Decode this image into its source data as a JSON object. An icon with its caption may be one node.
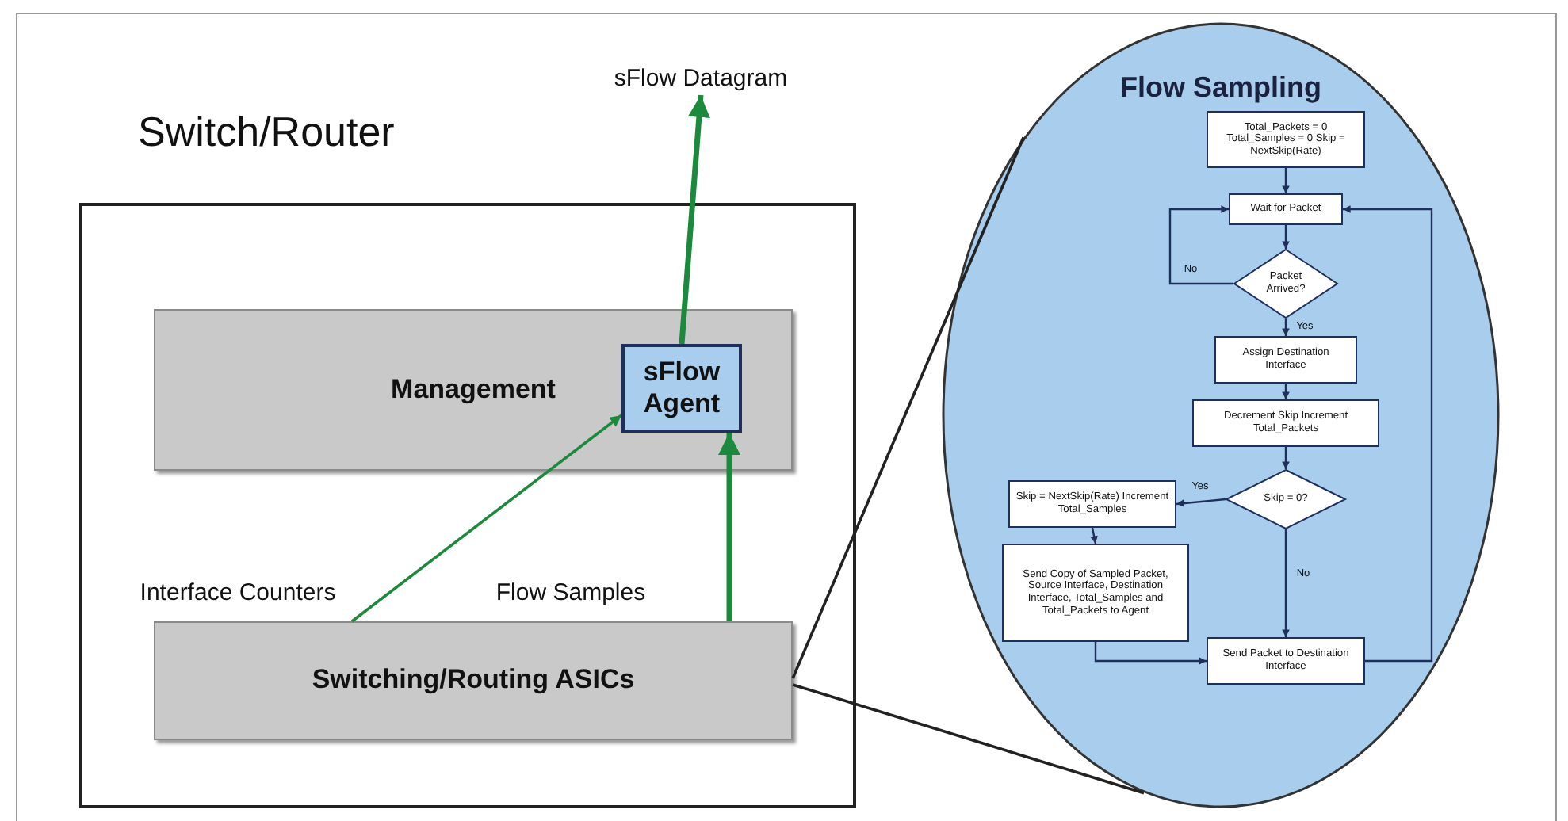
{
  "diagram": {
    "nodes": [
      {
        "text": [
          "Switch/Router"
        ]
      },
      {
        "text": [
          "Management"
        ],
        "in": 0
      },
      {
        "text": [
          "sFlow Agent"
        ],
        "in": 1
      },
      {
        "text": [
          "Switching/Routing ASICs"
        ],
        "in": 0
      },
      {
        "text": [
          "sFlow Datagram"
        ]
      },
      {
        "text": [
          "Flow Sampling"
        ]
      },
      {
        "text": [
          "Total_Packets = 0 Total_Samples = 0 Skip = NextSkip(Rate)"
        ],
        "in": 5
      },
      {
        "text": [
          "Wait for Packet"
        ],
        "in": 5
      },
      {
        "text": [
          "Packet Arrived?"
        ],
        "in": 5
      },
      {
        "text": [
          "Assign Destination Interface"
        ],
        "in": 5
      },
      {
        "text": [
          "Decrement Skip Increment Total_Packets"
        ],
        "in": 5
      },
      {
        "text": [
          "Skip = 0?"
        ],
        "in": 5
      },
      {
        "text": [
          "Skip = NextSkip(Rate) Increment Total_Samples"
        ],
        "in": 5
      },
      {
        "text": [
          "Send Copy of Sampled Packet, Source Interface, Destination Interface, Total_Samples and Total_Packets to Agent"
        ],
        "in": 5
      },
      {
        "text": [
          "Send Packet to Destination Interface"
        ],
        "in": 5
      }
    ],
    "edges": [
      {
        "from": 2,
        "to": 4,
        "arrow": "to",
        "style": "thick",
        "color": "#1c8a3c"
      },
      {
        "from": 3,
        "to": 2,
        "arrow": "to",
        "label": "Interface Counters",
        "color": "#1c8a3c"
      },
      {
        "from": 3,
        "to": 2,
        "arrow": "to",
        "label": "Flow Samples",
        "style": "thick",
        "color": "#1c8a3c"
      },
      {
        "from": 3,
        "to": 5,
        "arrow": "none",
        "color": "#222222"
      },
      {
        "from": 3,
        "to": 5,
        "arrow": "none",
        "color": "#222222"
      },
      {
        "from": 6,
        "to": 7,
        "arrow": "to"
      },
      {
        "from": 7,
        "to": 8,
        "arrow": "to"
      },
      {
        "from": 8,
        "to": 7,
        "arrow": "to",
        "label": "No"
      },
      {
        "from": 8,
        "to": 9,
        "arrow": "to",
        "label": "Yes"
      },
      {
        "from": 9,
        "to": 10,
        "arrow": "to"
      },
      {
        "from": 10,
        "to": 11,
        "arrow": "to"
      },
      {
        "from": 11,
        "to": 12,
        "arrow": "to",
        "label": "Yes"
      },
      {
        "from": 12,
        "to": 13,
        "arrow": "to"
      },
      {
        "from": 13,
        "to": 14,
        "arrow": "to"
      },
      {
        "from": 11,
        "to": 14,
        "arrow": "to",
        "label": "No"
      },
      {
        "from": 14,
        "to": 7,
        "arrow": "to"
      }
    ]
  }
}
